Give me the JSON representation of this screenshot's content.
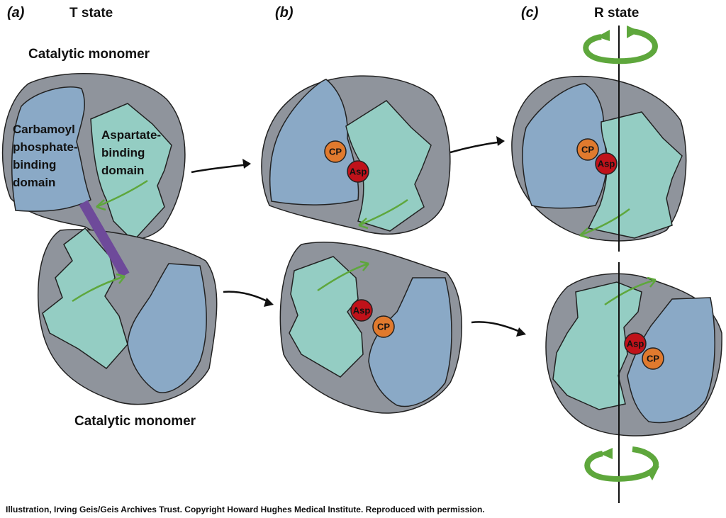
{
  "panels": {
    "a": "(a)",
    "b": "(b)",
    "c": "(c)"
  },
  "states": {
    "t": "T state",
    "r": "R state"
  },
  "monomer_top": "Catalytic monomer",
  "monomer_bottom": "Catalytic monomer",
  "domains": {
    "cp_line1": "Carbamoyl",
    "cp_line2": "phosphate-",
    "cp_line3": "binding",
    "cp_line4": "domain",
    "asp_line1": "Aspartate-",
    "asp_line2": "binding",
    "asp_line3": "domain"
  },
  "ligands": {
    "cp": "CP",
    "asp": "Asp"
  },
  "credit": "Illustration, Irving Geis/Geis Archives Trust. Copyright Howard Hughes Medical Institute. Reproduced with permission.",
  "colors": {
    "body": "#8f949c",
    "cp_domain": "#8aa9c6",
    "asp_domain": "#94cdc3",
    "cp_ligand": "#e07a2e",
    "asp_ligand": "#c0121a",
    "arrow_green": "#5ea73c",
    "bar_purple": "#6e4a9a"
  }
}
